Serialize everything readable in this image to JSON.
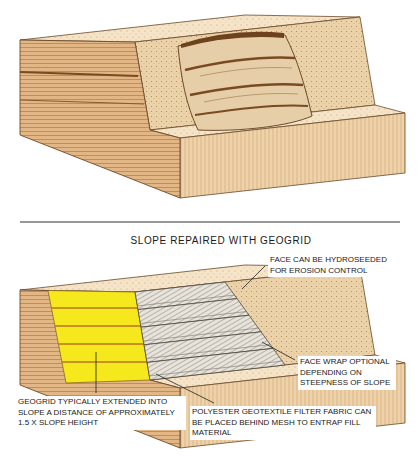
{
  "diagram": {
    "title": "SLOPE REPAIRED WITH GEOGRID",
    "labels": [
      "FACE CAN BE HYDROSEEDED FOR EROSION CONTROL",
      "FACE WRAP OPTIONAL DEPENDING ON STEEPNESS OF SLOPE",
      "GEOGRID TYPICALLY EXTENDED INTO SLOPE A DISTANCE OF APPROXIMATELY 1.5 X SLOPE HEIGHT",
      "POLYESTER GEOTEXTILE FILTER FABRIC CAN BE PLACED BEHIND MESH TO ENTRAP FILL MATERIAL"
    ]
  }
}
